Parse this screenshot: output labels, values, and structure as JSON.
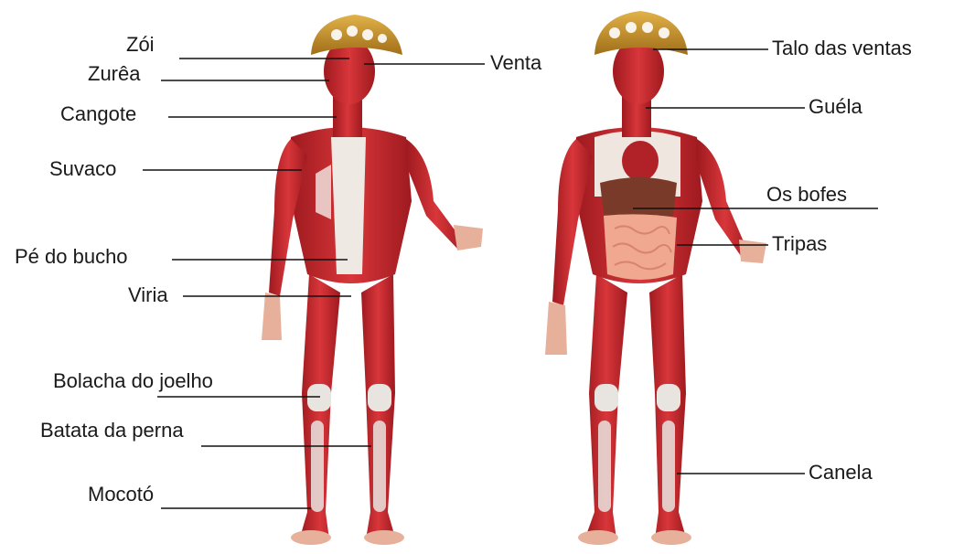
{
  "labels": {
    "zoi": "Zói",
    "zurea": "Zurêa",
    "cangote": "Cangote",
    "suvaco": "Suvaco",
    "pe_do_bucho": "Pé do bucho",
    "viria": "Viria",
    "bolacha_do_joelho": "Bolacha do joelho",
    "batata_da_perna": "Batata da perna",
    "mocoto": "Mocotó",
    "venta": "Venta",
    "talo_das_ventas": "Talo das ventas",
    "guela": "Guéla",
    "os_bofes": "Os bofes",
    "tripas": "Tripas",
    "canela": "Canela"
  },
  "colors": {
    "muscle": "#c8242a",
    "muscle_dark": "#8e1418",
    "tendon": "#e8e4e0",
    "hat": "#c8962a",
    "liver": "#7a3a2a",
    "intestine": "#f0a890",
    "skin": "#e9b39a"
  },
  "icons": {
    "left_figure": "muscular-human-figure-front",
    "right_figure": "anatomy-human-figure-organs",
    "hat": "leather-cangaceiro-hat"
  }
}
